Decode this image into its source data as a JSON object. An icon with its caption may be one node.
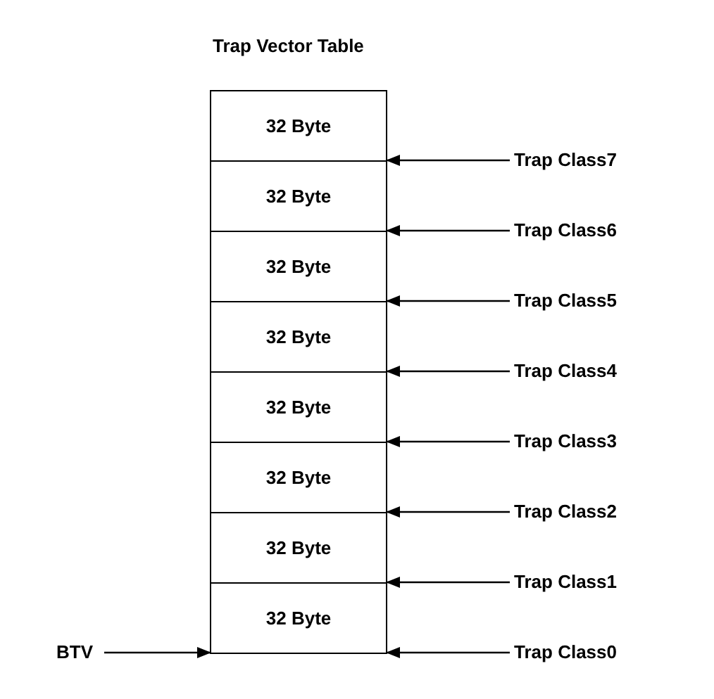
{
  "diagram": {
    "title": "Trap Vector Table",
    "nodes": [
      {
        "text": [
          "32 Byte"
        ]
      },
      {
        "text": [
          "32 Byte"
        ]
      },
      {
        "text": [
          "32 Byte"
        ]
      },
      {
        "text": [
          "32 Byte"
        ]
      },
      {
        "text": [
          "32 Byte"
        ]
      },
      {
        "text": [
          "32 Byte"
        ]
      },
      {
        "text": [
          "32 Byte"
        ]
      },
      {
        "text": [
          "32 Byte"
        ]
      },
      {
        "text": [
          "Trap Class7"
        ]
      },
      {
        "text": [
          "Trap Class6"
        ]
      },
      {
        "text": [
          "Trap Class5"
        ]
      },
      {
        "text": [
          "Trap Class4"
        ]
      },
      {
        "text": [
          "Trap Class3"
        ]
      },
      {
        "text": [
          "Trap Class2"
        ]
      },
      {
        "text": [
          "Trap Class1"
        ]
      },
      {
        "text": [
          "Trap Class0"
        ]
      },
      {
        "text": [
          "BTV"
        ]
      }
    ],
    "edges": [
      {
        "from": 8,
        "to": 0,
        "arrow": "to"
      },
      {
        "from": 9,
        "to": 1,
        "arrow": "to"
      },
      {
        "from": 10,
        "to": 2,
        "arrow": "to"
      },
      {
        "from": 11,
        "to": 3,
        "arrow": "to"
      },
      {
        "from": 12,
        "to": 4,
        "arrow": "to"
      },
      {
        "from": 13,
        "to": 5,
        "arrow": "to"
      },
      {
        "from": 14,
        "to": 6,
        "arrow": "to"
      },
      {
        "from": 15,
        "to": 7,
        "arrow": "to"
      },
      {
        "from": 16,
        "to": 7,
        "arrow": "to"
      }
    ]
  }
}
